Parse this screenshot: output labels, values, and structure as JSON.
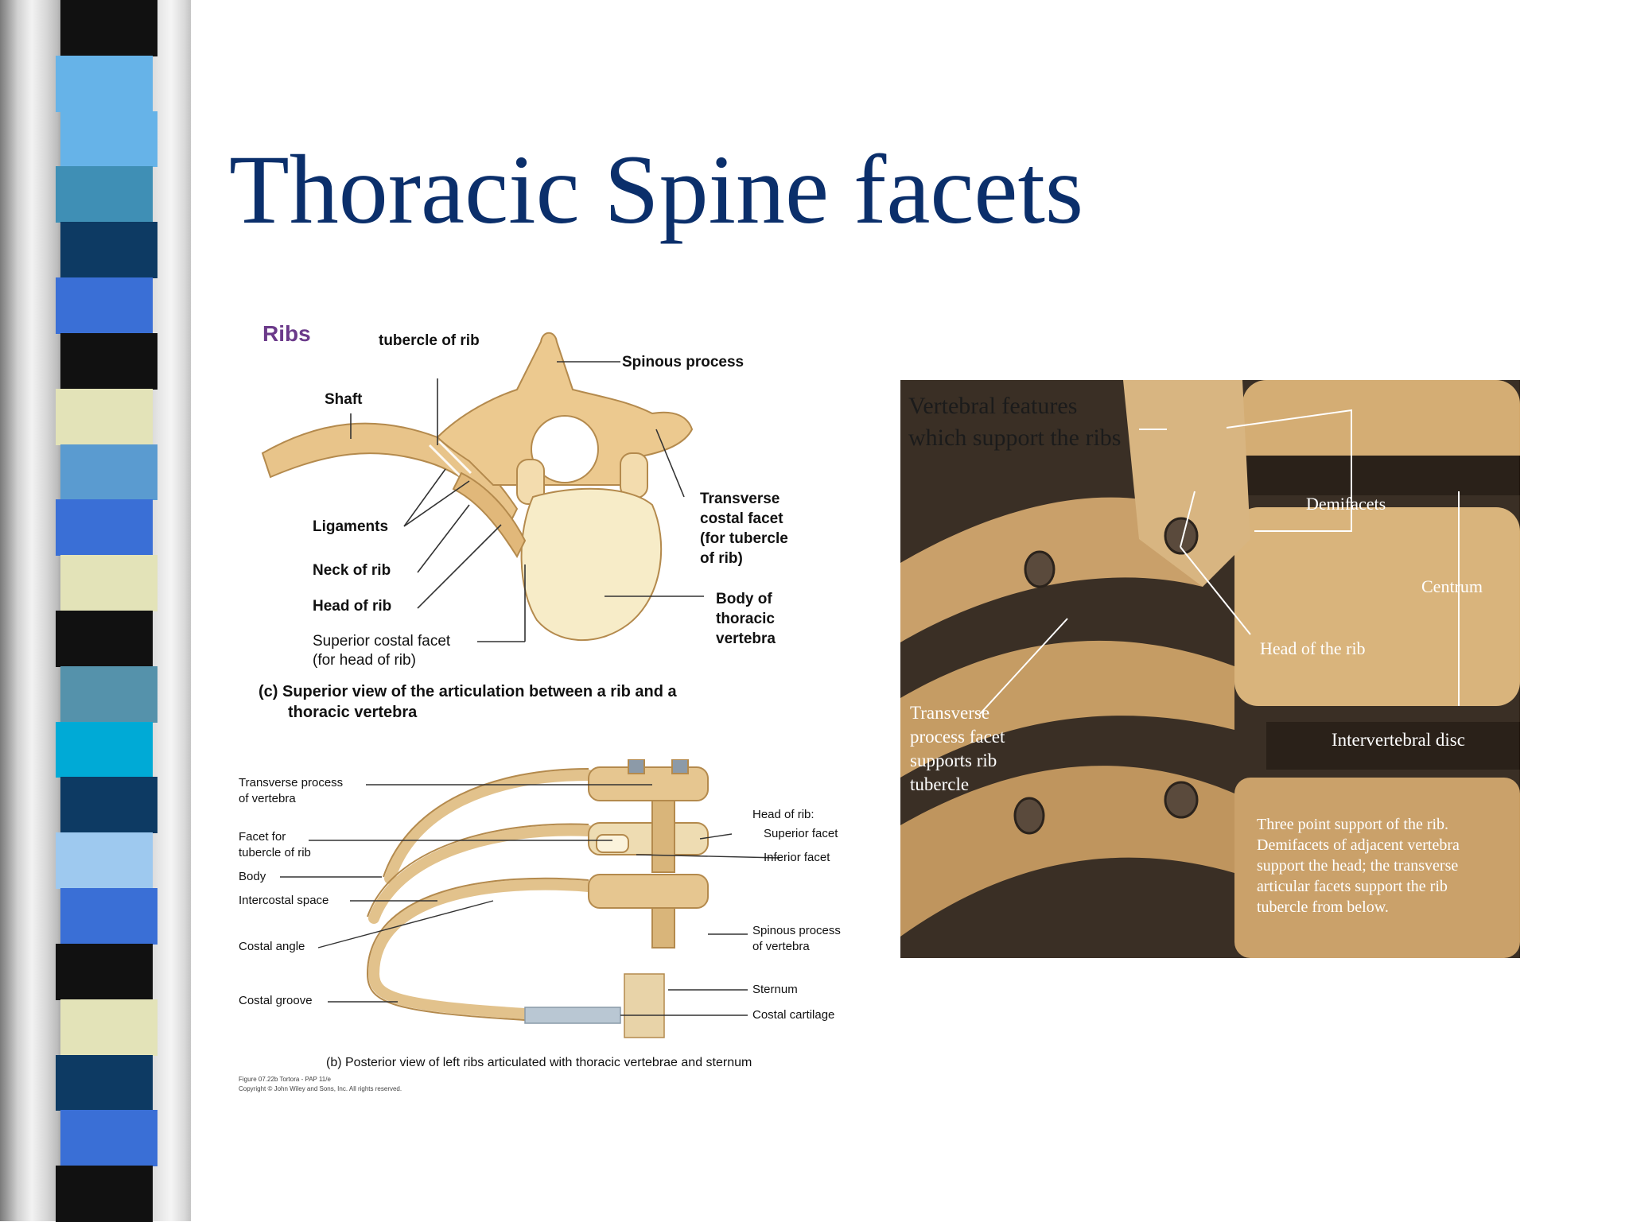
{
  "slide": {
    "title": "Thoracic Spine facets"
  },
  "left_decoration": {
    "colors": [
      "#111111",
      "#66b3e8",
      "#66b3e8",
      "#3f8fb5",
      "#0d3a63",
      "#3a6fd6",
      "#111111",
      "#e3e3b8",
      "#5a9bd0",
      "#3a6fd6",
      "#e3e3b8",
      "#111111",
      "#5592ab",
      "#00aad6",
      "#0d3a63",
      "#9ec9ef",
      "#3a6fd6",
      "#111111",
      "#e3e3b8",
      "#0d3a63",
      "#3a6fd6",
      "#111111"
    ]
  },
  "figure_superior": {
    "heading": "Ribs",
    "tubercle": "tubercle of rib",
    "spinous": "Spinous process",
    "shaft": "Shaft",
    "ligaments": "Ligaments",
    "neck": "Neck of rib",
    "head": "Head of rib",
    "sup_facet_1": "Superior costal facet",
    "sup_facet_2": "(for head of rib)",
    "tcf_1": "Transverse",
    "tcf_2": "costal facet",
    "tcf_3": "(for tubercle",
    "tcf_4": "of rib)",
    "body_1": "Body of",
    "body_2": "thoracic",
    "body_3": "vertebra",
    "caption_1": "(c) Superior view of the articulation between a rib and a",
    "caption_2": "thoracic vertebra"
  },
  "figure_posterior": {
    "tpv_1": "Transverse process",
    "tpv_2": "of vertebra",
    "facet_1": "Facet for",
    "facet_2": "tubercle of rib",
    "body": "Body",
    "intercostal": "Intercostal space",
    "angle": "Costal angle",
    "groove": "Costal groove",
    "head": "Head of rib:",
    "sup_facet": "Superior facet",
    "inf_facet": "Inferior facet",
    "spinous_1": "Spinous process",
    "spinous_2": "of vertebra",
    "sternum": "Sternum",
    "cartilage": "Costal cartilage",
    "caption": "(b) Posterior view of left ribs articulated with thoracic vertebrae and sternum",
    "credit_1": "Figure 07.22b  Tortora - PAP 11/e",
    "credit_2": "Copyright © John Wiley and Sons, Inc. All rights reserved."
  },
  "photo": {
    "title_1": "Vertebral features",
    "title_2": "which support the ribs",
    "demifacets": "Demifacets",
    "centrum": "Centrum",
    "head": "Head of the rib",
    "tpf_1": "Transverse",
    "tpf_2": "process facet",
    "tpf_3": "supports rib",
    "tpf_4": "tubercle",
    "disc": "Intervertebral disc",
    "note_1": "Three point support of the rib.",
    "note_2": "Demifacets of adjacent vertebra",
    "note_3": "support the head; the transverse",
    "note_4": "articular facets support the rib",
    "note_5": "tubercle from below."
  }
}
